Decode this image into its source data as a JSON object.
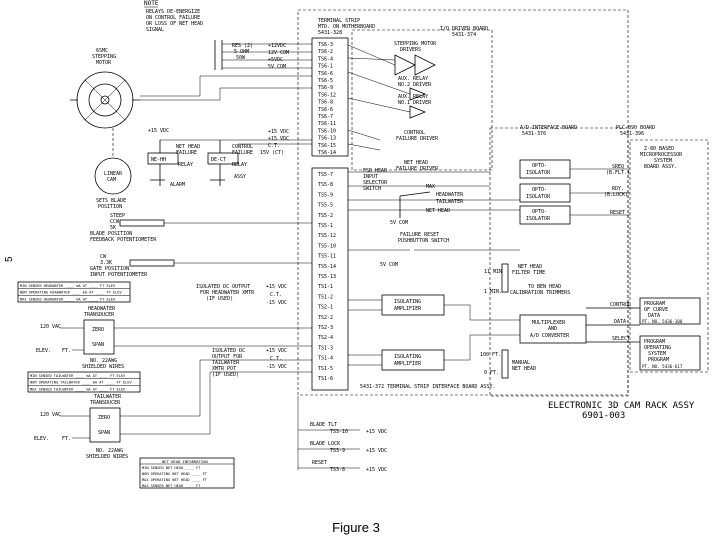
{
  "note": {
    "heading": "NOTE",
    "line1": "RELAYS DE-ENERGIZE",
    "line2": "ON CONTROL FAILURE",
    "line3": "OR LOSS OF NET HEAD",
    "line4": "SIGNAL"
  },
  "motor": {
    "label1": "STEPPING",
    "label2": "MOTOR",
    "label_prefix": "6SMC"
  },
  "linear_cam": {
    "line1": "LINEAR",
    "line2": "CAM",
    "sets1": "SETS BLADE",
    "sets2": "POSITION"
  },
  "relays": {
    "ne_label": "NE-HH",
    "dc_label": "DE-CT",
    "net_head": "NET HEAD",
    "failure": "FAILURE",
    "relay": "RELAY",
    "control": "CONTROL",
    "failure2": "FAILURE",
    "relay2": "RELAY",
    "assy": "ASSY",
    "alarm": "ALARM",
    "vdc": "+15 VDC"
  },
  "res": {
    "line1": "RES (2)",
    "line2": "5 OHM",
    "line3": "50W"
  },
  "terminal_strip": {
    "line1": "TERMINAL STRIP",
    "line2": "MTD. ON MOTHERBOARD",
    "line3": "5431-328"
  },
  "top_labels": [
    "+12VDC",
    "12V COM",
    "+5VDC",
    "5V COM"
  ],
  "mid_labels": [
    "+15 VDC",
    "+15 VDC",
    "C.T.",
    "15V (CT)"
  ],
  "ts_labels_top": [
    "TS6-3",
    "TS6-2",
    "TS6-4",
    "TS6-1",
    "TS6-6",
    "TS6-5",
    "TS6-9",
    "TS6-12",
    "TS6-8",
    "TS6-6",
    "TS6-7",
    "TS6-11",
    "TS6-10",
    "TS6-13",
    "TS6-15",
    "TS6-14"
  ],
  "ts_labels_bottom": [
    "TS5-7",
    "TS5-8",
    "TS5-9",
    "TS5-5",
    "TS5-2",
    "TS5-1",
    "TS5-12",
    "TS5-10",
    "TS5-11",
    "TS5-14",
    "TS5-13",
    "TS1-1",
    "TS1-2",
    "TS2-1",
    "TS2-2",
    "TS2-3",
    "TS2-4",
    "TS1-3",
    "TS1-4",
    "TS1-5",
    "TS1-6"
  ],
  "io_driver": {
    "line1": "I/O DRIVER BOARD",
    "line2": "5431-374"
  },
  "stepping_drivers": {
    "line1": "STEPPING MOTOR",
    "line2": "DRIVERS"
  },
  "aux2": {
    "line1": "AUX. RELAY",
    "line2": "NO.2 DRIVER"
  },
  "aux1": {
    "line1": "AUX. RELAY",
    "line2": "NO.1 DRIVER"
  },
  "control_fail": {
    "line1": "CONTROL",
    "line2": "FAILURE DRIVER"
  },
  "net_head_fail": {
    "line1": "NET HEAD",
    "line2": "FAILURE DRIVER"
  },
  "ad_board": {
    "line1": "A/D INTERFACE BOARD",
    "line2": "5431-376"
  },
  "plc_board": {
    "line1": "PLC-890 BOARD",
    "line2": "5431-396"
  },
  "z80": {
    "line1": "Z-80 BASED",
    "line2": "MICROPROCESSOR",
    "line3": "SYSTEM",
    "line4": "BOARD ASSY."
  },
  "opto": [
    "OPTO-ISOLATOR",
    "OPTO-ISOLATOR",
    "OPTO-ISOLATOR"
  ],
  "signals": [
    "SREQ",
    "(B.FLT.)",
    "RDY.",
    "(B.LOCK)",
    "RESET"
  ],
  "selector": {
    "line1": "FSD HEAD",
    "line2": "INPUT",
    "line3": "SELECTOR",
    "line4": "SWITCH",
    "max": "MAX",
    "headwater": "HEADWATER",
    "tailwater": "TAILWATER",
    "net_head": "NET HEAD",
    "com": "5V COM"
  },
  "reset_switch": {
    "line1": "FAILURE RESET",
    "line2": "PUSHBUTTON SWITCH",
    "com": "5V COM"
  },
  "potentiometers": {
    "step": "STEEP",
    "blade_pot": "BLADE POSITION",
    "blade_pot2": "FEEDBACK POTENTIOMETER",
    "gate_pot": "GATE POSITION",
    "gate_pot2": "INPUT POTENTIOMETER",
    "ccw": "CCW",
    "cw": "CW",
    "ohm1": "5K",
    "ohm2": "3.3K"
  },
  "headwater_table": [
    "MIN SENSED HEADWATER  ____ mA AT ____ FT ELEV",
    "NOM OPERATING HEADWATER  ____ mA AT ____ FT ELEV",
    "MAX SENSED HEADWATER  ____ mA AT ____ FT ELEV"
  ],
  "tailwater_table": [
    "MIN SENSED TAILWATER  ____ mA AT ____ FT ELEV",
    "NOM OPERATING TAILWATER  ____ mA AT ____ FT ELEV",
    "MAX SENSED TAILWATER  ____ mA AT ____ FT ELEV"
  ],
  "net_head_table": {
    "heading": "NET HEAD INFORMATION",
    "rows": [
      "MIN SENSED NET HEAD  ____ FT",
      "NOM OPERATING NET HEAD  ____ FT",
      "MAX OPERATING NET HEAD  ____ FT",
      "MAX SENSED NET HEAD  ____ FT"
    ]
  },
  "hw_transducer": {
    "line1": "HEADWATER",
    "line2": "TRANSDUCER",
    "zero": "ZERO",
    "span": "SPAN",
    "vac": "120 VAC",
    "elev": "ELEV.",
    "ft": "FT.",
    "wire1": "NO. 22AWG",
    "wire2": "SHIELDED WIRES"
  },
  "tw_transducer": {
    "line1": "TAILWATER",
    "line2": "TRANSDUCER",
    "zero": "ZERO",
    "span": "SPAN",
    "vac": "120 VAC",
    "elev": "ELEV.",
    "ft": "FT.",
    "wire1": "NO. 22AWG",
    "wire2": "SHIELDED WIRES"
  },
  "iso_hw": {
    "line1": "ISOLATED DC OUTPUT",
    "line2": "FOR HEADWATER XMTR",
    "line3": "(IF USED)"
  },
  "iso_tw": {
    "line1": "ISOLATED DC",
    "line2": "OUTPUT FOR",
    "line3": "TAILWATER",
    "line4": "XMTR POT",
    "line5": "(IF USED)"
  },
  "vdc_labels": [
    "+15 VDC",
    "C.T.",
    "-15 VDC",
    "+15 VDC",
    "C.T.",
    "-15 VDC"
  ],
  "amps": [
    {
      "line1": "ISOLATING",
      "line2": "AMPLIFIER"
    },
    {
      "line1": "ISOLATING",
      "line2": "AMPLIFIER"
    }
  ],
  "filter": {
    "line1": "NET HEAD",
    "line2": "FILTER TIME",
    "ft1": "11 MIN.",
    "ft2": "1 MIN."
  },
  "calib": {
    "line1": "TO BEN HEAD",
    "line2": "CALIBRATION TRIMMERS"
  },
  "mux": {
    "line1": "MULTIPLEXER",
    "line2": "AND",
    "line3": "A/D CONVERTER"
  },
  "manual": {
    "ft100": "100 FT.",
    "line1": "MANUAL",
    "line2": "NET HEAD",
    "ft0": "0 FT."
  },
  "bus": [
    "CONTROL",
    "DATA",
    "SELECT"
  ],
  "proms": [
    {
      "line1": "PROGRAM",
      "line2": "OF CURVE",
      "line3": "DATA",
      "line4": "PT. NO. 5436-100"
    },
    {
      "line1": "PROGRAM",
      "line2": "OPERATING",
      "line3": "SYSTEM",
      "line4": "PROGRAM",
      "line5": "PT. NO. 5436-617"
    }
  ],
  "interface_board": "5431-372 TERMINAL STRIP INTERFACE BOARD ASSY.",
  "assy_title": {
    "line1": "ELECTRONIC 3D CAM RACK ASSY",
    "line2": "6901-003"
  },
  "bottom_io": [
    {
      "label": "BLADE TLT",
      "ts": "TS3-10",
      "vdc": "+15 VDC"
    },
    {
      "label": "BLADE LOCK",
      "ts": "TS3-9",
      "vdc": "+15 VDC"
    },
    {
      "label": "RESET",
      "ts": "TS3-8",
      "vdc": "+15 VDC"
    }
  ],
  "caption": "Figure 3",
  "page_number": "5"
}
